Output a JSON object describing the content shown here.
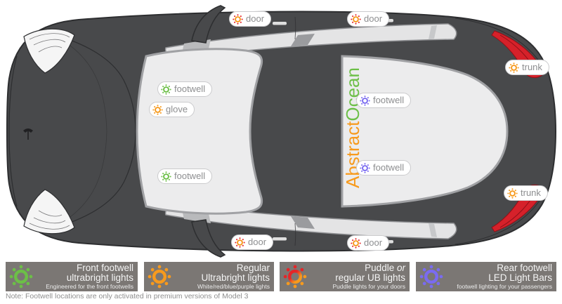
{
  "watermark": {
    "part1": "Abstract",
    "part2": "Ocean"
  },
  "colors": {
    "green": "#6cbf47",
    "orange": "#f79a1d",
    "red": "#e52528",
    "purple": "#7a6bf0",
    "car_body": "#48494b",
    "taillight_red": "#d6212a",
    "legend_bg": "#7b7774",
    "pill_text": "#8d8e90"
  },
  "pills": {
    "door_front_top": {
      "label": "door",
      "icon": "puddle-sun-icon"
    },
    "door_rear_top": {
      "label": "door",
      "icon": "puddle-sun-icon"
    },
    "trunk_top": {
      "label": "trunk",
      "icon": "orange-sun-icon"
    },
    "footwell_front_top": {
      "label": "footwell",
      "icon": "green-sun-icon"
    },
    "glove": {
      "label": "glove",
      "icon": "orange-sun-icon"
    },
    "footwell_rear_top": {
      "label": "footwell",
      "icon": "purple-sun-icon"
    },
    "footwell_rear_bottom": {
      "label": "footwell",
      "icon": "purple-sun-icon"
    },
    "footwell_front_bottom": {
      "label": "footwell",
      "icon": "green-sun-icon"
    },
    "trunk_bottom": {
      "label": "trunk",
      "icon": "orange-sun-icon"
    },
    "door_front_bottom": {
      "label": "door",
      "icon": "puddle-sun-icon"
    },
    "door_rear_bottom": {
      "label": "door",
      "icon": "puddle-sun-icon"
    }
  },
  "legend": [
    {
      "line1": "Front footwell",
      "line2": "ultrabright lights",
      "sub": "Engineered for the front footwells",
      "icon": "green-sun-icon"
    },
    {
      "line1": "Regular",
      "line2": "Ultrabright lights",
      "sub": "White/red/blue/purple lights",
      "icon": "orange-sun-icon"
    },
    {
      "line1": "Puddle",
      "line1_em": "or",
      "line2": "regular UB lights",
      "sub": "Puddle lights for your doors",
      "icon": "red-orange-sun-icon"
    },
    {
      "line1": "Rear footwell",
      "line2": "LED Light Bars",
      "sub": "footwell lighting for your passengers",
      "icon": "purple-sun-icon"
    }
  ],
  "note": "Note: Footwell locations are only activated in premium versions of Model 3"
}
